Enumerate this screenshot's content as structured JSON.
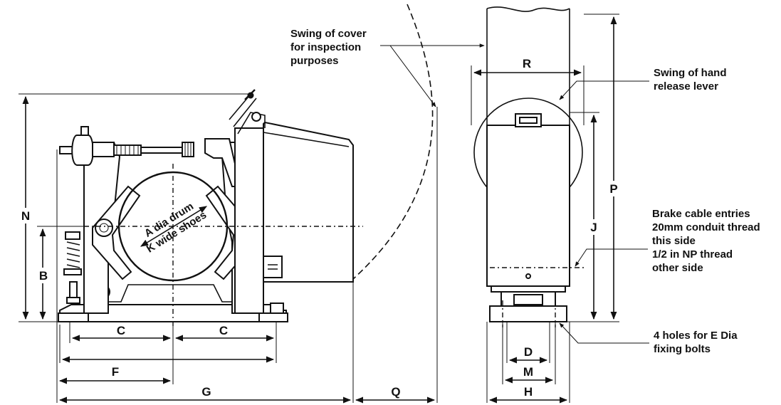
{
  "dimensions": {
    "N": "N",
    "B": "B",
    "C": "C",
    "F": "F",
    "G": "G",
    "Q": "Q",
    "R": "R",
    "P": "P",
    "J": "J",
    "D": "D",
    "M": "M",
    "H": "H"
  },
  "drum": {
    "line1": "A dia drum",
    "line2": "K wide shoes"
  },
  "callouts": {
    "swing_cover": [
      "Swing of cover",
      "for inspection",
      "purposes"
    ],
    "swing_lever": [
      "Swing of hand",
      "release lever"
    ],
    "cable_entries": [
      "Brake cable entries",
      "20mm conduit thread",
      "this side",
      "1/2 in NP thread",
      "other side"
    ],
    "holes": [
      "4 holes for E Dia",
      "fixing bolts"
    ]
  }
}
